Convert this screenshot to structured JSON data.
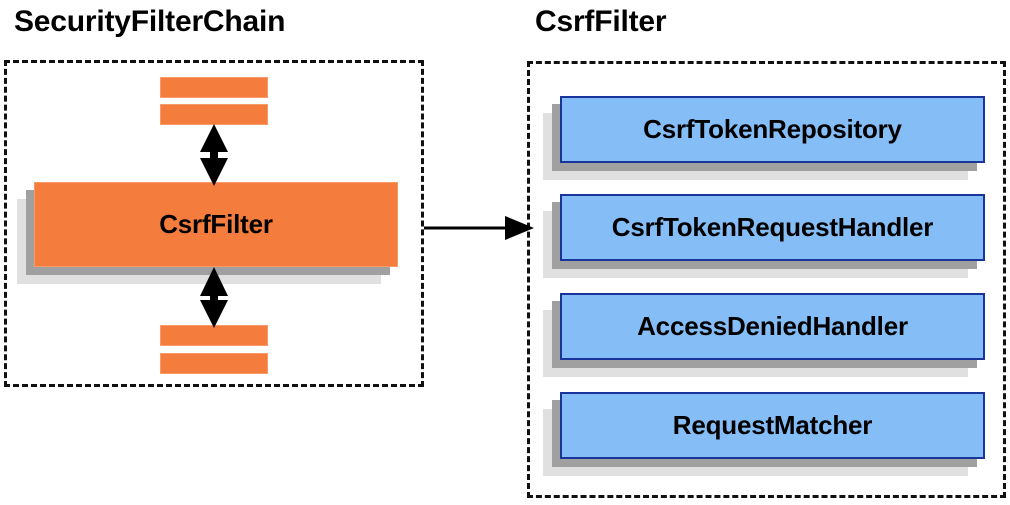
{
  "diagram": {
    "title_left": "SecurityFilterChain",
    "title_right": "CsrfFilter",
    "colors": {
      "orange_fill": "#f47c3c",
      "orange_border": "#f79a67",
      "blue_fill": "#85bdf7",
      "blue_border": "#19359c",
      "shadow_near": "#a0a0a0",
      "shadow_far": "#e0e0e0",
      "dash_border": "#111111",
      "arrow": "#000000",
      "text": "#000000",
      "background": "#ffffff"
    }
  },
  "left_panel": {
    "title": "SecurityFilterChain",
    "focus_box": {
      "label": "CsrfFilter"
    },
    "filter_slots_above": [
      {
        "label": ""
      },
      {
        "label": ""
      }
    ],
    "filter_slots_below": [
      {
        "label": ""
      },
      {
        "label": ""
      }
    ],
    "arrows": [
      {
        "name": "arrow-up-down-above",
        "direction": "bidirectional",
        "orientation": "vertical"
      },
      {
        "name": "arrow-up-down-below",
        "direction": "bidirectional",
        "orientation": "vertical"
      }
    ]
  },
  "connector": {
    "name": "arrow-left-to-right",
    "direction": "right",
    "from": "CsrfFilter",
    "to": "CsrfFilter collaborators"
  },
  "right_panel": {
    "title": "CsrfFilter",
    "components": [
      {
        "label": "CsrfTokenRepository"
      },
      {
        "label": "CsrfTokenRequestHandler"
      },
      {
        "label": "AccessDeniedHandler"
      },
      {
        "label": "RequestMatcher"
      }
    ]
  }
}
